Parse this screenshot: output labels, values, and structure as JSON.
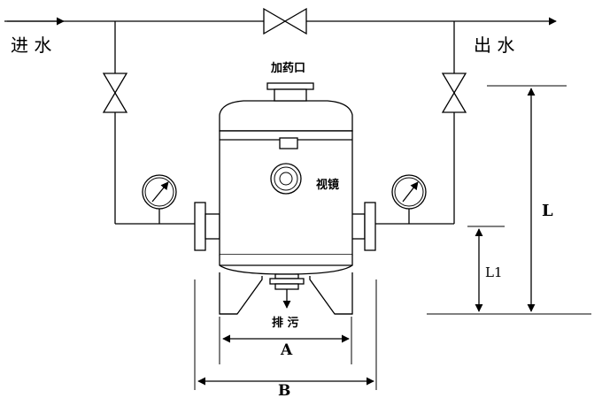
{
  "labels": {
    "inlet": "进 水",
    "outlet": "出 水",
    "dosing_port": "加药口",
    "sight_glass": "视镜",
    "drain": "排 污",
    "dim_a": "A",
    "dim_b": "B",
    "dim_l": "L",
    "dim_l1": "L1"
  }
}
